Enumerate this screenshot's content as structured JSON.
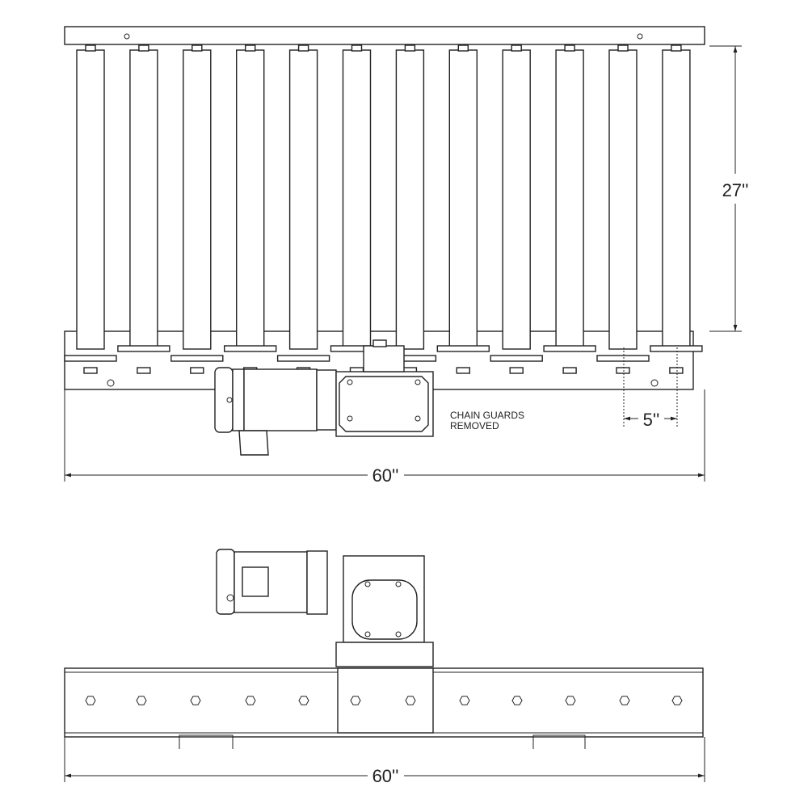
{
  "top_view": {
    "dimensions": {
      "height": "27''",
      "pitch": "5''",
      "length": "60''"
    },
    "note_line1": "CHAIN GUARDS",
    "note_line2": "REMOVED"
  },
  "side_view": {
    "dimensions": {
      "length": "60''"
    }
  },
  "colors": {
    "line": "#222222",
    "background": "#ffffff"
  }
}
